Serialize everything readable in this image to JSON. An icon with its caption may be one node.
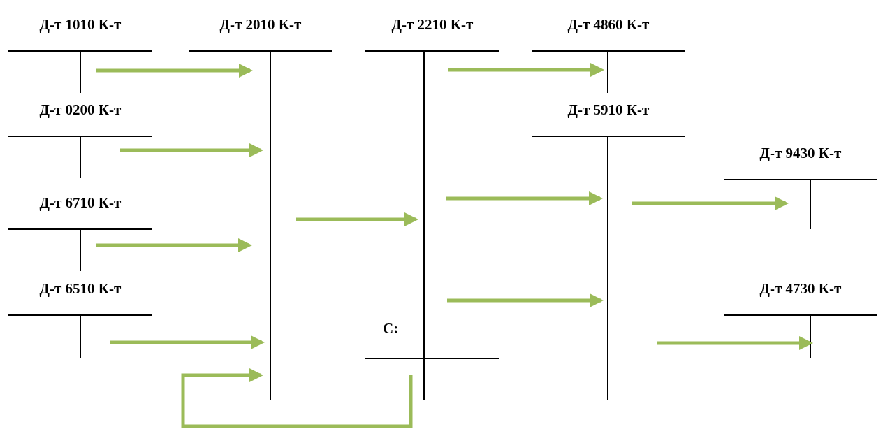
{
  "diagram": {
    "nodes": [
      {
        "text": [
          "Д-т 1010 К-т"
        ]
      },
      {
        "text": [
          "Д-т 2010 К-т"
        ]
      },
      {
        "text": [
          "Д-т 2210 К-т"
        ]
      },
      {
        "text": [
          "Д-т 4860 К-т"
        ]
      },
      {
        "text": [
          "Д-т 0200 К-т"
        ]
      },
      {
        "text": [
          "Д-т 5910 К-т"
        ]
      },
      {
        "text": [
          "Д-т 9430 К-т"
        ]
      },
      {
        "text": [
          "Д-т 6710 К-т"
        ]
      },
      {
        "text": [
          "Д-т 6510 К-т"
        ]
      },
      {
        "text": [
          "Д-т 4730 К-т"
        ]
      }
    ],
    "edges": [
      {
        "from": 0,
        "to": 1,
        "arrow": "to"
      },
      {
        "from": 4,
        "to": 1,
        "arrow": "to"
      },
      {
        "from": 7,
        "to": 1,
        "arrow": "to"
      },
      {
        "from": 8,
        "to": 1,
        "arrow": "to"
      },
      {
        "from": 2,
        "to": 1,
        "arrow": "to"
      },
      {
        "from": 1,
        "to": 2,
        "arrow": "to"
      },
      {
        "from": 2,
        "to": 3,
        "arrow": "to"
      },
      {
        "from": 2,
        "to": 5,
        "arrow": "to"
      },
      {
        "from": 2,
        "to": 5,
        "arrow": "to"
      },
      {
        "from": 5,
        "to": 6,
        "arrow": "to"
      },
      {
        "from": 5,
        "to": 9,
        "arrow": "to"
      }
    ],
    "labels": [
      "С:"
    ]
  }
}
